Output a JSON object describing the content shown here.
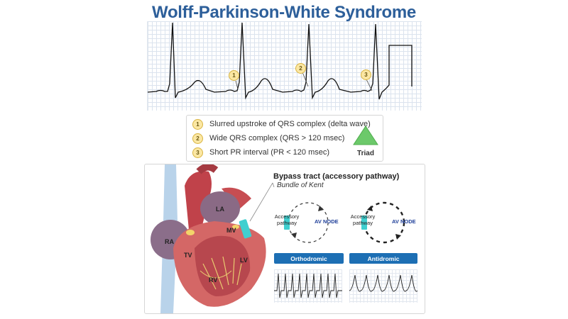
{
  "title": "Wolff-Parkinson-White Syndrome",
  "ecg_markers": [
    "1",
    "2",
    "3"
  ],
  "features": [
    {
      "num": "1",
      "text": "Slurred upstroke of QRS complex (delta wave)"
    },
    {
      "num": "2",
      "text": "Wide QRS complex (QRS > 120 msec)"
    },
    {
      "num": "3",
      "text": "Short PR interval (PR < 120 msec)"
    }
  ],
  "triad_label": "Triad",
  "triad_color": "#6cc96a",
  "heart_labels": {
    "ra": "RA",
    "la": "LA",
    "mv": "MV",
    "tv": "TV",
    "lv": "LV",
    "rv": "RV"
  },
  "bypass": {
    "title": "Bypass tract (accessory pathway)",
    "subtitle": "Bundle of Kent"
  },
  "circuits": [
    {
      "pathway_label": "Accessory\npathway",
      "node_label": "AV NODE",
      "mode": "Orthodromic"
    },
    {
      "pathway_label": "Accessory\npathway",
      "node_label": "AV NODE",
      "mode": "Antidromic"
    }
  ],
  "colors": {
    "title": "#2d5f9a",
    "badge": "#fbe7a3",
    "accessory_pathway": "#3fcfcf",
    "mode_button": "#1d6fb4",
    "av_node_text": "#1f3f99"
  }
}
